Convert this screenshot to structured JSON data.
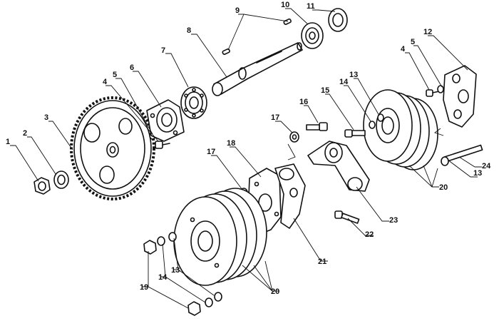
{
  "diagram": {
    "callouts": [
      {
        "id": "c1",
        "text": "1"
      },
      {
        "id": "c2",
        "text": "2"
      },
      {
        "id": "c3",
        "text": "3"
      },
      {
        "id": "c4a",
        "text": "4"
      },
      {
        "id": "c5a",
        "text": "5"
      },
      {
        "id": "c6",
        "text": "6"
      },
      {
        "id": "c7",
        "text": "7"
      },
      {
        "id": "c8",
        "text": "8"
      },
      {
        "id": "c9",
        "text": "9"
      },
      {
        "id": "c10",
        "text": "10"
      },
      {
        "id": "c11",
        "text": "11"
      },
      {
        "id": "c12",
        "text": "12"
      },
      {
        "id": "c4b",
        "text": "4"
      },
      {
        "id": "c5b",
        "text": "5"
      },
      {
        "id": "c13a",
        "text": "13"
      },
      {
        "id": "c14a",
        "text": "14"
      },
      {
        "id": "c15",
        "text": "15"
      },
      {
        "id": "c16",
        "text": "16"
      },
      {
        "id": "c17a",
        "text": "17"
      },
      {
        "id": "c18",
        "text": "18"
      },
      {
        "id": "c17b",
        "text": "17"
      },
      {
        "id": "c13b",
        "text": "13"
      },
      {
        "id": "c24",
        "text": "24"
      },
      {
        "id": "c20a",
        "text": "20"
      },
      {
        "id": "c23",
        "text": "23"
      },
      {
        "id": "c22",
        "text": "22"
      },
      {
        "id": "c21",
        "text": "21"
      },
      {
        "id": "c20b",
        "text": "20"
      },
      {
        "id": "c13c",
        "text": "13"
      },
      {
        "id": "c14b",
        "text": "14"
      },
      {
        "id": "c19",
        "text": "19"
      }
    ]
  }
}
